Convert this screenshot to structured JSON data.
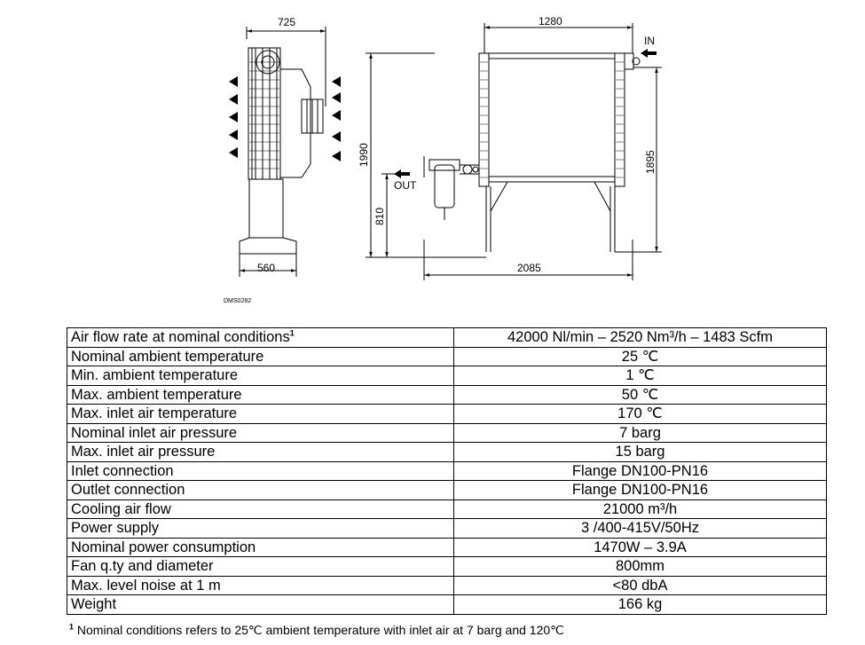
{
  "drawing": {
    "dims": {
      "side_width": "725",
      "side_base": "560",
      "front_width": "1280",
      "total_length": "2085",
      "total_height": "1990",
      "outlet_height": "810",
      "cooler_height": "1895"
    },
    "labels": {
      "inlet": "IN",
      "outlet": "OUT",
      "code": "DMS0282"
    }
  },
  "specs": {
    "rows": [
      {
        "param": "Air flow rate at nominal conditions",
        "value": "42000 Nl/min – 2520 Nm³/h – 1483 Scfm",
        "note": "1"
      },
      {
        "param": "Nominal ambient temperature",
        "value": "25 ℃"
      },
      {
        "param": "Min. ambient temperature",
        "value": "1 ℃"
      },
      {
        "param": "Max. ambient temperature",
        "value": "50 ℃"
      },
      {
        "param": "Max. inlet air temperature",
        "value": "170 ℃"
      },
      {
        "param": "Nominal inlet air pressure",
        "value": "7 barg"
      },
      {
        "param": "Max. inlet air pressure",
        "value": "15 barg"
      },
      {
        "param": "Inlet connection",
        "value": "Flange DN100-PN16"
      },
      {
        "param": "Outlet connection",
        "value": "Flange DN100-PN16"
      },
      {
        "param": "Cooling air flow",
        "value": "21000 m³/h"
      },
      {
        "param": "Power supply",
        "value": "3 /400-415V/50Hz"
      },
      {
        "param": "Nominal power consumption",
        "value": "1470W – 3.9A"
      },
      {
        "param": "Fan q.ty and diameter",
        "value": "800mm"
      },
      {
        "param": "Max. level noise at 1 m",
        "value": "<80 dbA"
      },
      {
        "param": "Weight",
        "value": "166 kg"
      }
    ]
  },
  "footnote": {
    "mark": "1",
    "text": "Nominal conditions refers to 25℃ ambient temperature  with inlet air at 7 barg and 120℃"
  }
}
